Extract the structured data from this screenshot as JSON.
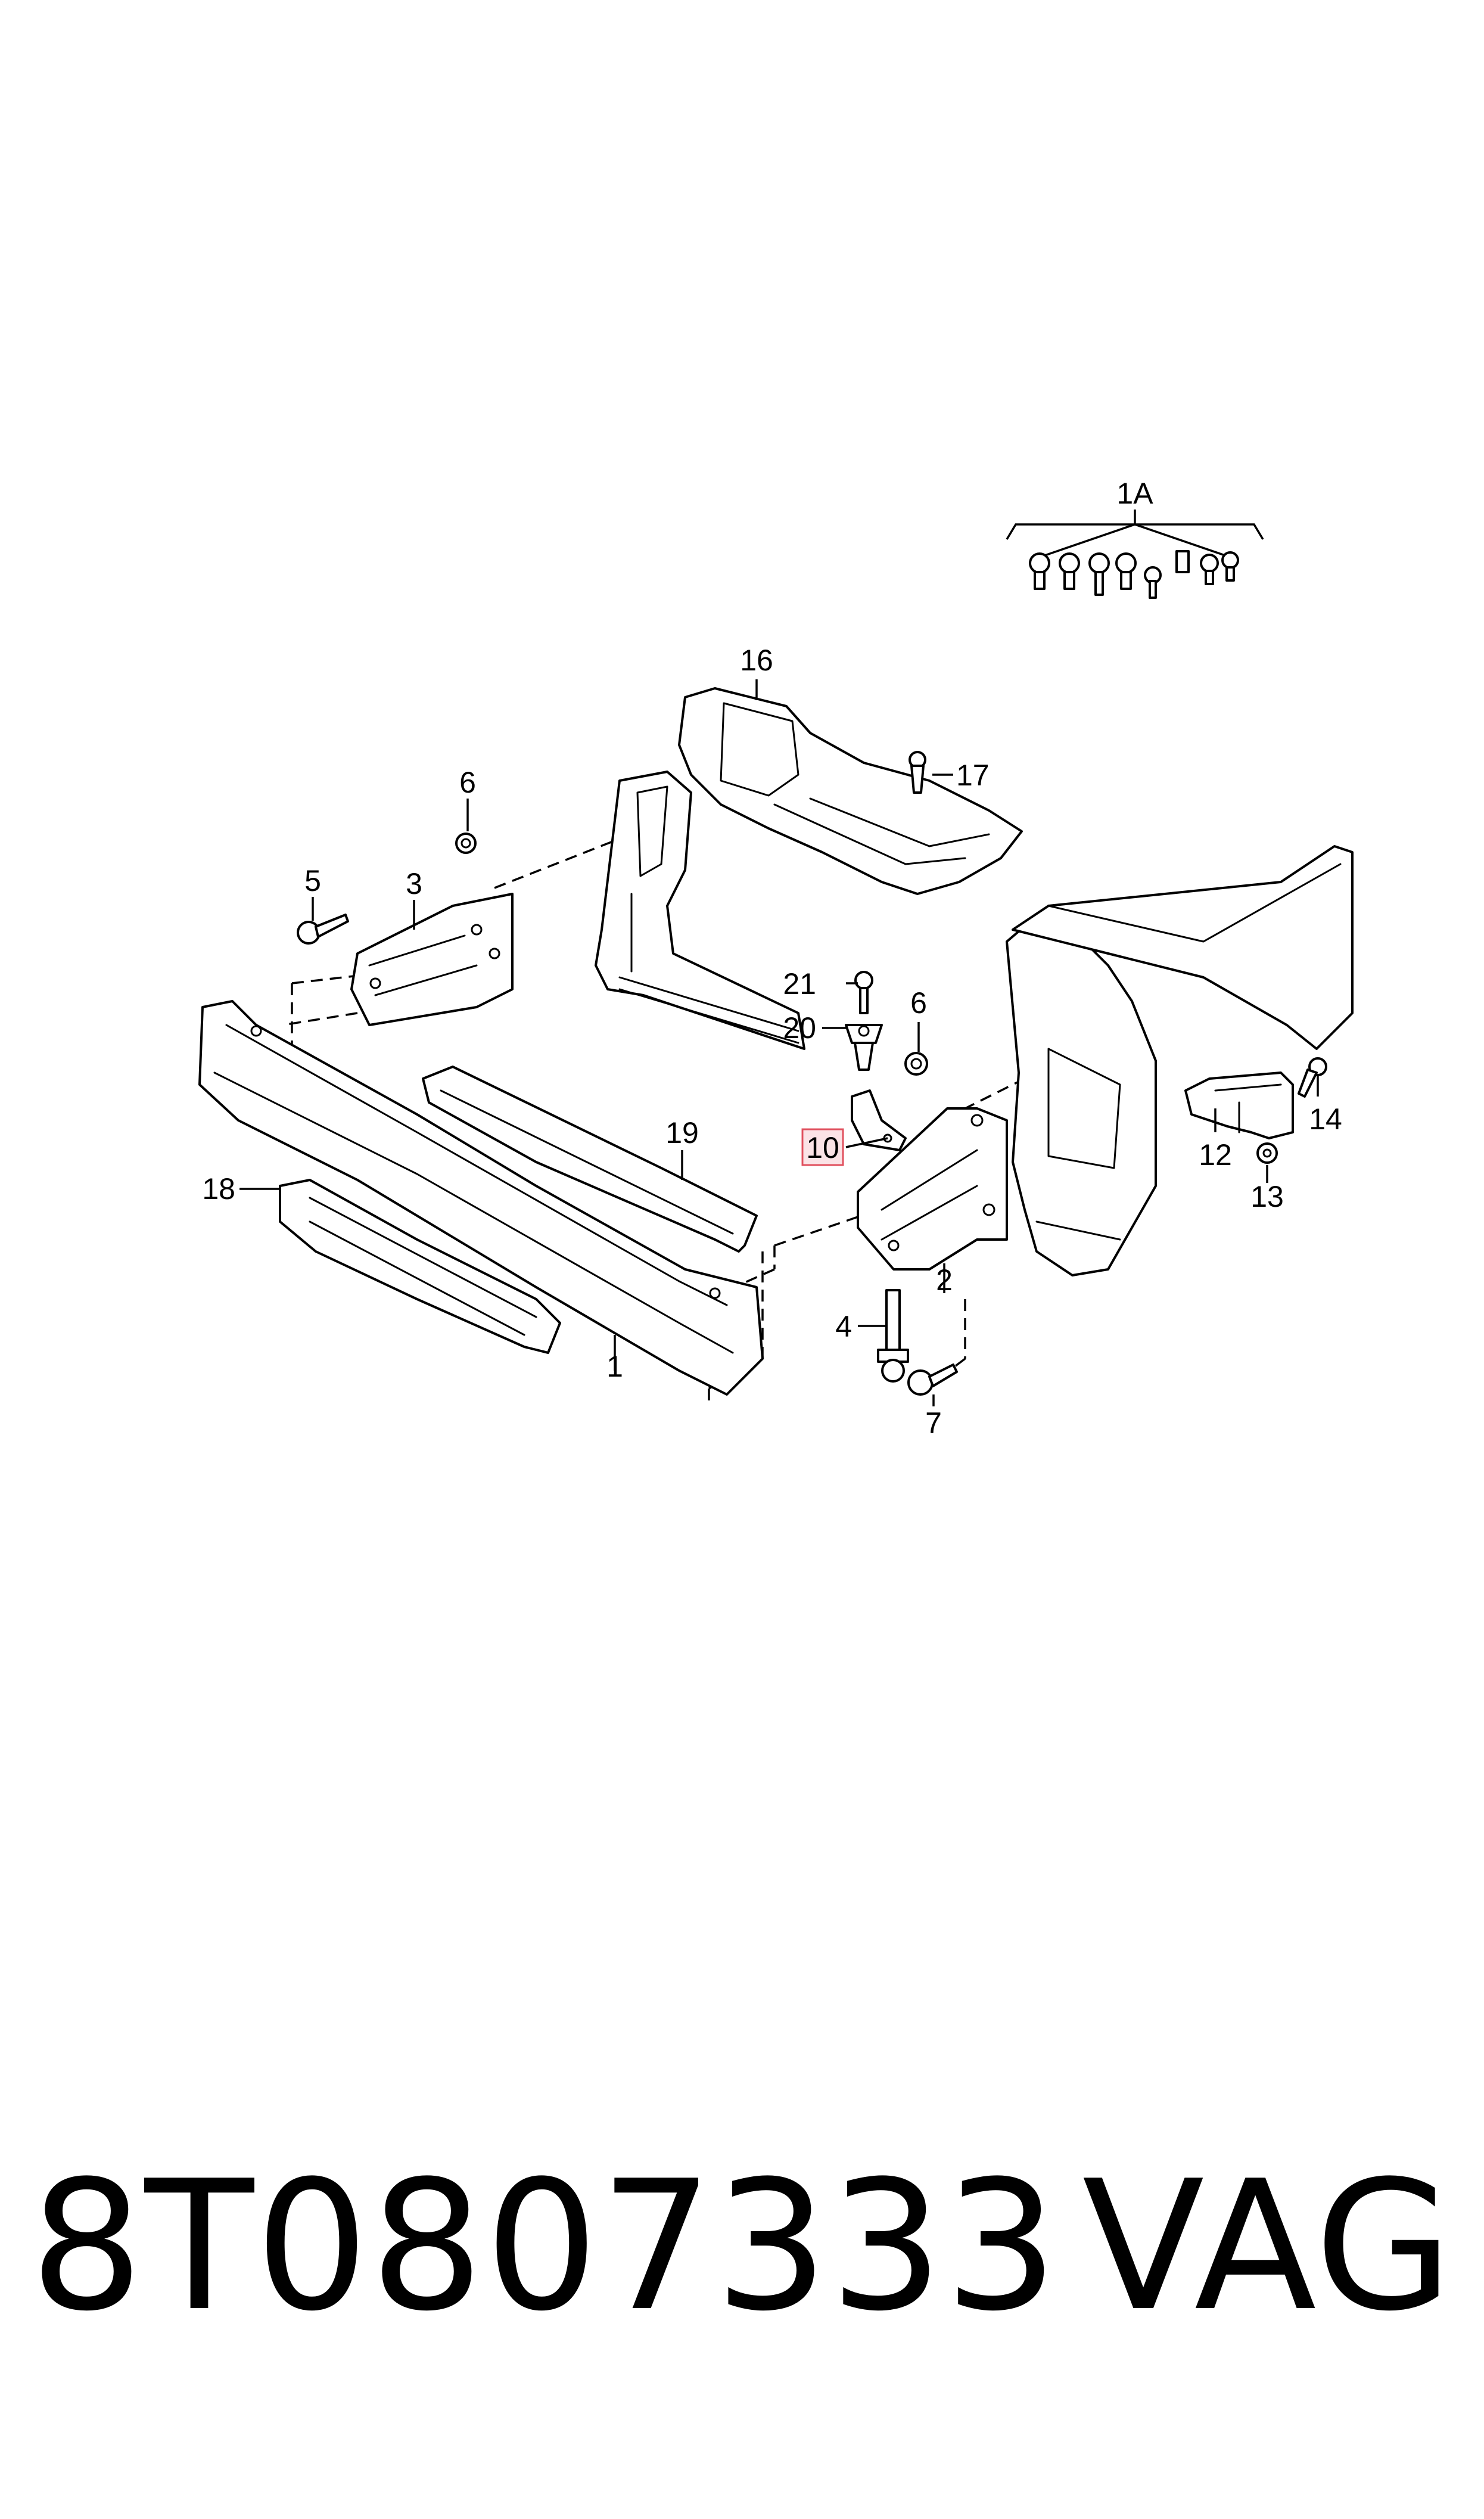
{
  "diagram": {
    "highlight_color": "#e0505e",
    "highlighted_callout": "10",
    "callouts": {
      "c1": "1",
      "c1A": "1A",
      "c2": "2",
      "c3": "3",
      "c4": "4",
      "c5": "5",
      "c6a": "6",
      "c6b": "6",
      "c7": "7",
      "c10": "10",
      "c12": "12",
      "c13": "13",
      "c14": "14",
      "c16": "16",
      "c17": "17",
      "c18": "18",
      "c19": "19",
      "c20": "20",
      "c21": "21"
    }
  },
  "footer": {
    "part_number": "8T0807333",
    "brand": "VAG"
  }
}
